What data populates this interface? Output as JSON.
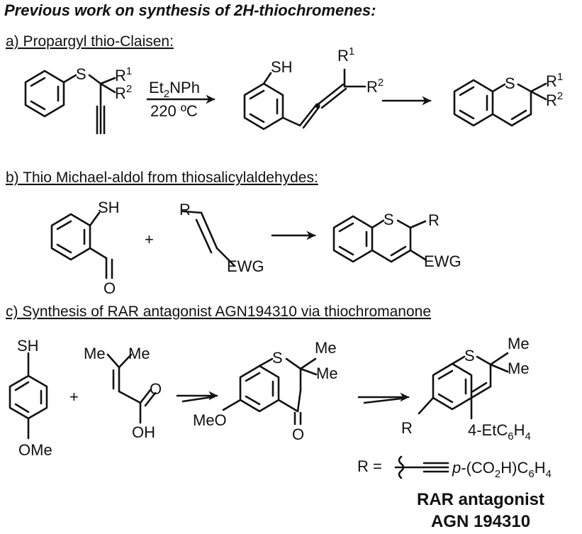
{
  "header": "Previous work on synthesis of 2H-thiochromenes:",
  "sections": {
    "a": {
      "title": "a) Propargyl thio-Claisen:",
      "reagent_top": "Et",
      "reagent_top_sub": "2",
      "reagent_top_rest": "NPh",
      "reagent_bottom": "220 ºC"
    },
    "b": {
      "title": "b) Thio Michael-aldol from thiosalicylaldehydes:"
    },
    "c": {
      "title": "c) Synthesis of RAR antagonist AGN194310 via thiochromanone",
      "caption_line1": "RAR antagonist",
      "caption_line2": "AGN 194310"
    }
  },
  "labels": {
    "S": "S",
    "SH": "SH",
    "R": "R",
    "R1_base": "R",
    "R1_sup": "1",
    "R2_base": "R",
    "R2_sup": "2",
    "EWG": "EWG",
    "O": "O",
    "OH": "OH",
    "Me": "Me",
    "OMe": "OMe",
    "MeO": "MeO",
    "plus": "+",
    "aryl_main": "4-EtC",
    "aryl_sub": "6",
    "aryl_end": "H",
    "aryl_sub2": "4",
    "r_def_lhs": "R =",
    "r_def_p": "p",
    "r_def_mid": "-(CO",
    "r_def_sub2": "2",
    "r_def_mid2": "H)C",
    "r_def_sub6": "6",
    "r_def_mid3": "H",
    "r_def_sub4": "4"
  }
}
